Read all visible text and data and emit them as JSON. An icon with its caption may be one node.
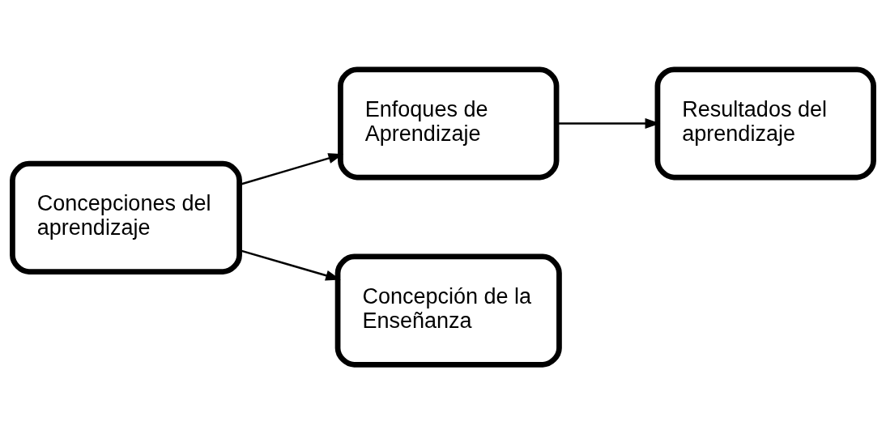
{
  "diagram": {
    "nodes": [
      {
        "text": [
          "Concepciones del aprendizaje"
        ]
      },
      {
        "text": [
          "Enfoques de Aprendizaje"
        ]
      },
      {
        "text": [
          "Resultados del aprendizaje"
        ]
      },
      {
        "text": [
          "Concepción de la Enseñanza"
        ]
      }
    ],
    "edges": [
      {
        "from": 0,
        "to": 1,
        "arrow": "to"
      },
      {
        "from": 1,
        "to": 2,
        "arrow": "to"
      },
      {
        "from": 0,
        "to": 3,
        "arrow": "to"
      }
    ]
  }
}
